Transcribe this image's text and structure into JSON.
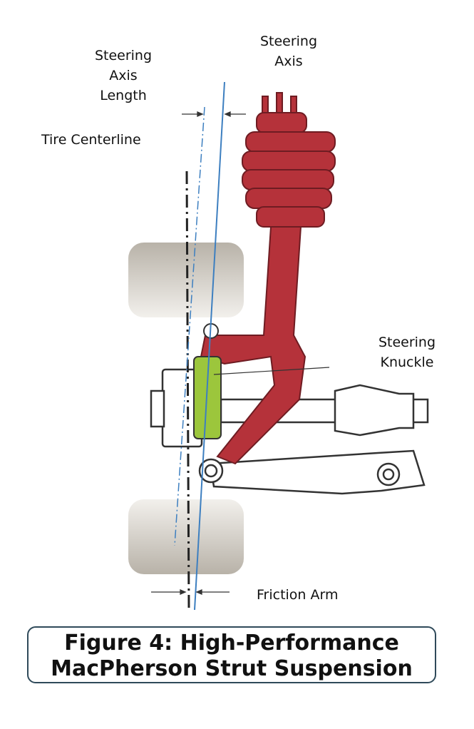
{
  "labels": {
    "steering_axis_length": "Steering\nAxis\nLength",
    "steering_axis": "Steering\nAxis",
    "tire_centerline": "Tire Centerline",
    "steering_knuckle": "Steering\nKnuckle",
    "friction_arm": "Friction Arm"
  },
  "caption": {
    "line1": "Figure 4:  High-Performance",
    "line2": "MacPherson Strut Suspension"
  },
  "colors": {
    "strut": "#b5323a",
    "kingpin": "#9cc63c",
    "axis": "#3d7fc0",
    "tire": "#d8d4cc"
  }
}
